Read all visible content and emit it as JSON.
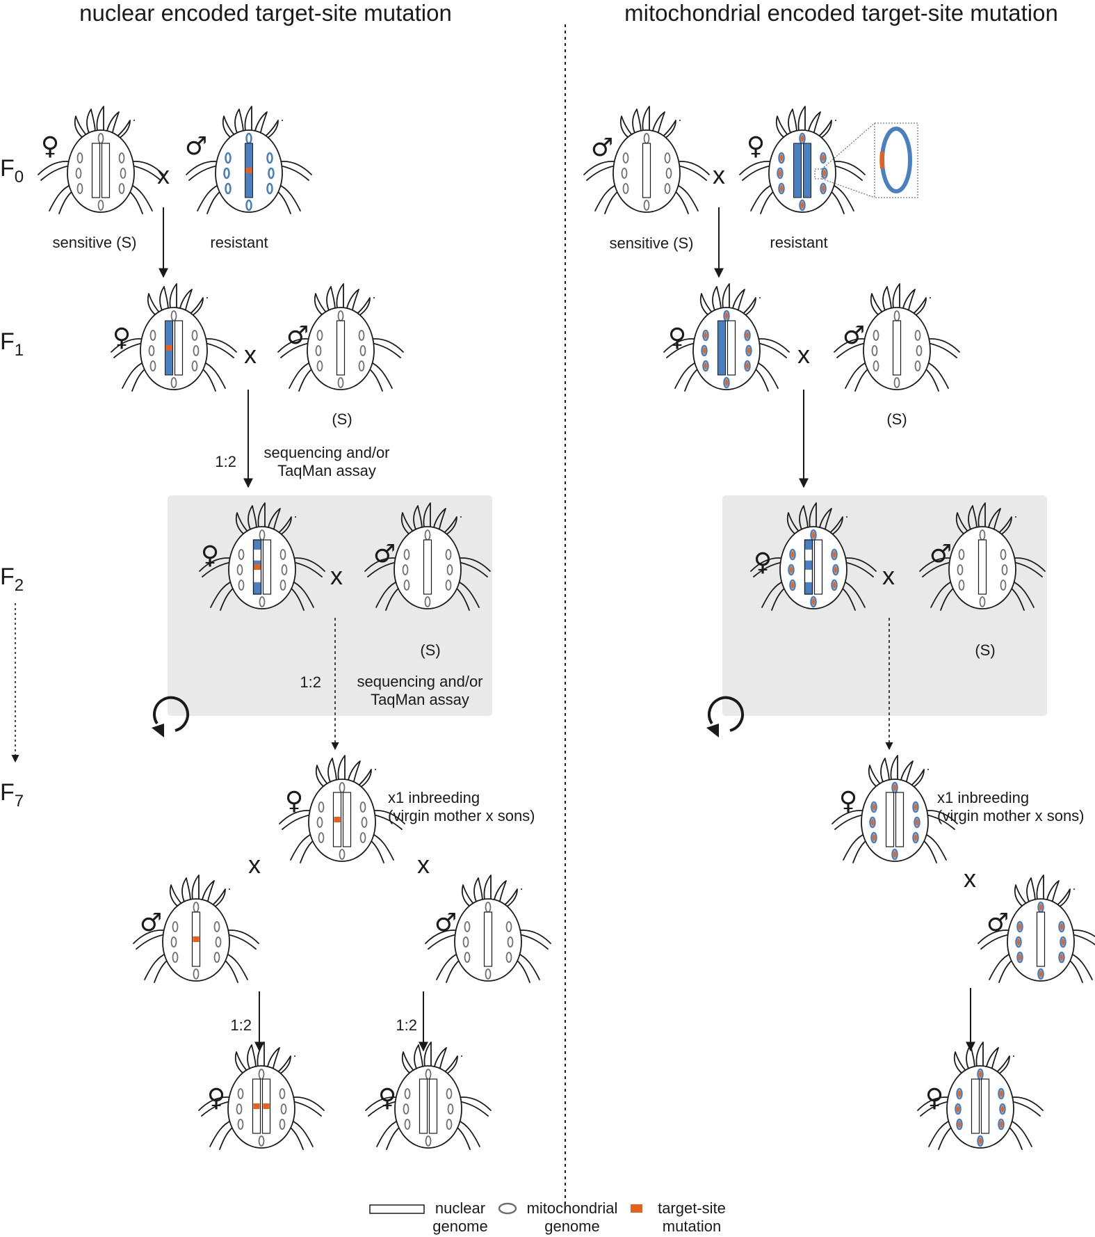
{
  "titles": {
    "left": "nuclear encoded target-site mutation",
    "right": "mitochondrial encoded target-site mutation"
  },
  "generations": [
    {
      "letter": "F",
      "sub": "0"
    },
    {
      "letter": "F",
      "sub": "1"
    },
    {
      "letter": "F",
      "sub": "2"
    },
    {
      "letter": "F",
      "sub": "7"
    }
  ],
  "symbols": {
    "female": "♀",
    "male": "♂",
    "cross": "x"
  },
  "labels": {
    "sensitive": "sensitive (S)",
    "resistant": "resistant",
    "s_short": "(S)",
    "ratio": "1:2",
    "assay_line1": "sequencing and/or",
    "assay_line2": "TaqMan assay",
    "inbreeding_line1": "x1 inbreeding",
    "inbreeding_line2": "(virgin mother x sons)"
  },
  "legend": {
    "nuclear_line1": "nuclear",
    "nuclear_line2": "genome",
    "mito_line1": "mitochondrial",
    "mito_line2": "genome",
    "mutation_line1": "target-site",
    "mutation_line2": "mutation"
  },
  "colors": {
    "mutation": "#e8611a",
    "resistant_genome": "#4a7fc0",
    "outline": "#1a1a1a",
    "mito_outline": "#6f6f6f",
    "panel_bg": "#e9e9e9",
    "text": "#1a1a1a"
  }
}
